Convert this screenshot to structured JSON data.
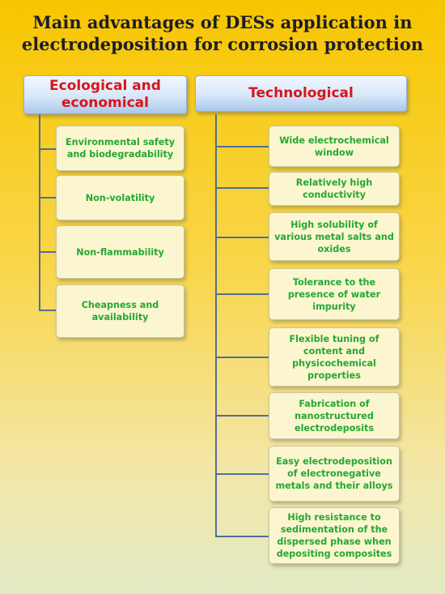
{
  "title_line1": "Main advantages of DESs application in",
  "title_line2": "electrodeposition for corrosion protection",
  "left_category": {
    "line1": "Ecological and",
    "line2": "economical"
  },
  "right_category": {
    "label": "Technological"
  },
  "left_items": [
    "Environmental safety and biodegradability",
    "Non-volatility",
    "Non-flammability",
    "Cheapness and availability"
  ],
  "right_items": [
    "Wide electrochemical window",
    "Relatively high conductivity",
    "High solubility of various metal salts and oxides",
    "Tolerance to the presence of water impurity",
    "Flexible tuning of content and physicochemical properties",
    "Fabrication of nanostructured electrodeposits",
    "Easy electrodeposition of electronegative metals and their alloys",
    "High resistance to sedimentation of the dispersed phase when depositing composites"
  ]
}
